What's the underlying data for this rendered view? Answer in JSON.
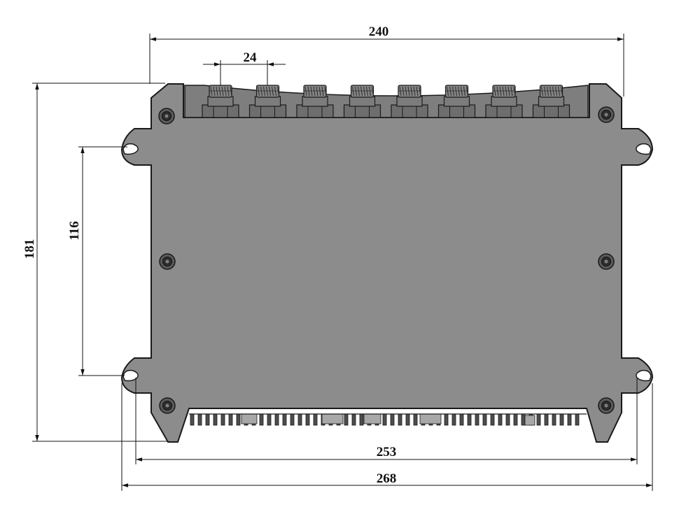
{
  "drawing": {
    "colors": {
      "body": "#8c8c8c",
      "body_dark": "#6f6f6f",
      "outline": "#1a1a1a",
      "connector": "#7a7a7a",
      "dimension": "#111111"
    },
    "connector_count": 8,
    "screw_count": 6
  },
  "dimensions": {
    "overall_top_width": "240",
    "connector_pitch": "24",
    "overall_height": "181",
    "mount_hole_spacing": "116",
    "slot_span": "253",
    "overall_width": "268"
  }
}
